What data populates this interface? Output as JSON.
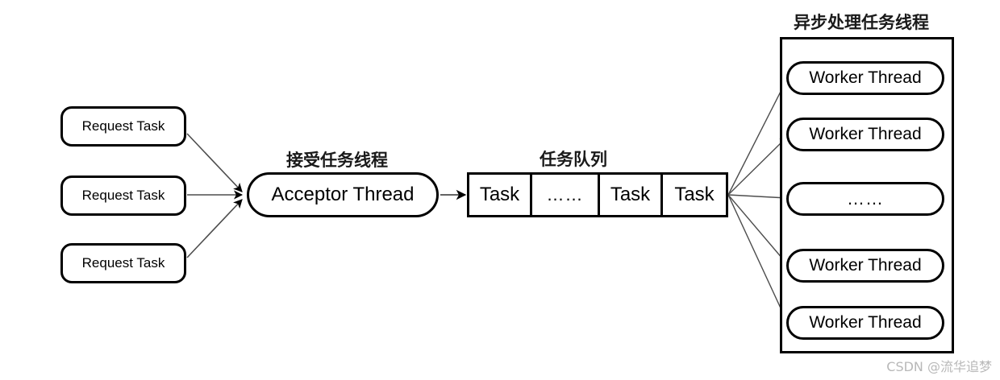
{
  "diagram": {
    "title_text_present": false,
    "captions": {
      "acceptor": "接受任务线程",
      "queue": "任务队列",
      "pool": "异步处理任务线程"
    },
    "requests": [
      {
        "label": "Request Task"
      },
      {
        "label": "Request Task"
      },
      {
        "label": "Request Task"
      }
    ],
    "acceptor": {
      "label": "Acceptor Thread"
    },
    "queue": {
      "cells": [
        {
          "label": "Task",
          "kind": "task"
        },
        {
          "label": "……",
          "kind": "ellipsis"
        },
        {
          "label": "Task",
          "kind": "task"
        },
        {
          "label": "Task",
          "kind": "task"
        }
      ]
    },
    "workers": [
      {
        "label": "Worker Thread",
        "kind": "worker"
      },
      {
        "label": "Worker Thread",
        "kind": "worker"
      },
      {
        "label": "……",
        "kind": "ellipsis"
      },
      {
        "label": "Worker Thread",
        "kind": "worker"
      },
      {
        "label": "Worker Thread",
        "kind": "worker"
      }
    ],
    "watermark": "CSDN @流华追梦",
    "colors": {
      "stroke": "#000000",
      "fill": "#ffffff",
      "text": "#000000",
      "wire": "#4d4d4d",
      "watermark": "#b8b8b8"
    }
  }
}
